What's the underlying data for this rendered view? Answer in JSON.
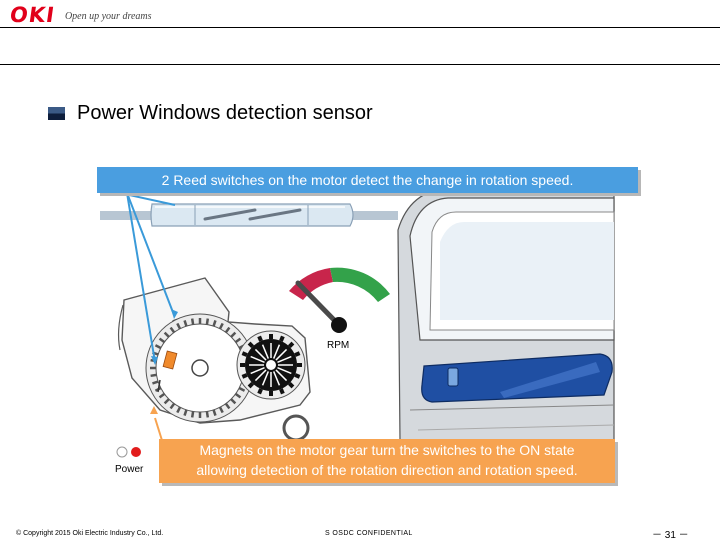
{
  "brand": {
    "logo_text": "OKI",
    "tagline": "Open up your dreams",
    "logo_color": "#e1001a"
  },
  "slide": {
    "title": "Power Windows detection sensor",
    "callout_top": "2 Reed switches on the motor detect the change in rotation speed.",
    "callout_bottom_line1": "Magnets on the motor gear turn the switches to the ON state",
    "callout_bottom_line2": "allowing detection of the rotation direction and rotation speed.",
    "gauge_label": "RPM",
    "power_label": "Power"
  },
  "footer": {
    "copyright": "© Copyright 2015 Oki Electric Industry Co., Ltd.",
    "confidential": "S OSDC CONFIDENTIAL",
    "page": "－ 31 －"
  },
  "colors": {
    "callout_blue": "#4a9ee0",
    "callout_orange": "#f7a350",
    "gauge_red": "#c8254b",
    "gauge_green": "#33a24a",
    "door_blue": "#1f4fa3"
  }
}
